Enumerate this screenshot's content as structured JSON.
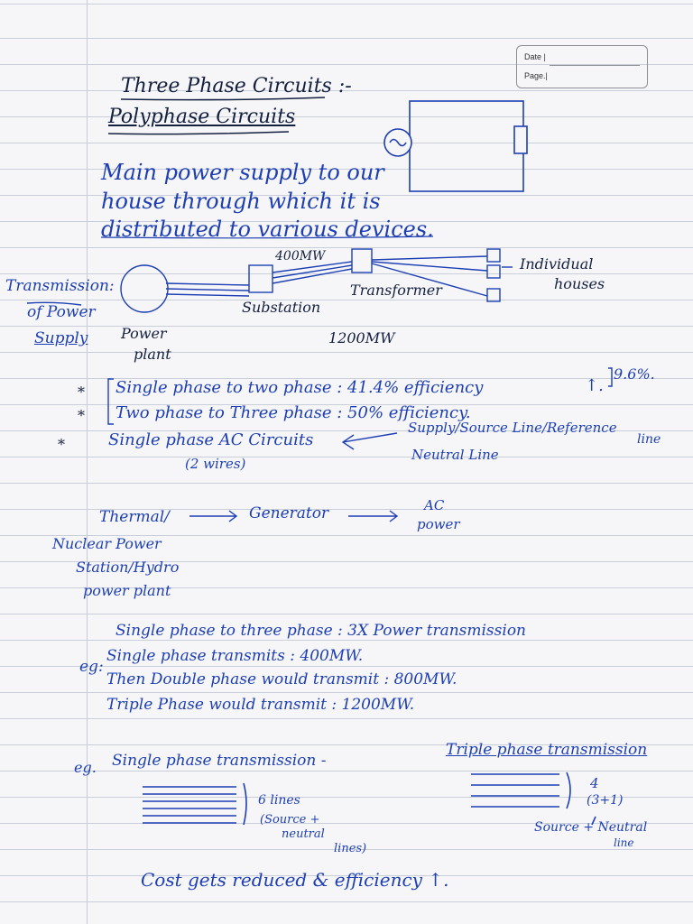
{
  "header_box": {
    "date_label": "Date |",
    "page_label": "Page.|"
  },
  "title": "Three Phase Circuits :-",
  "subtitle": "Polyphase Circuits",
  "intro": [
    "Main power supply to our",
    "house through which it is",
    "distributed to various devices."
  ],
  "transmission": {
    "side_label": [
      "Transmission:",
      "of Power",
      "Supply"
    ],
    "power_plant": [
      "Power",
      "plant"
    ],
    "power_rating": "400MW",
    "substation": "Substation",
    "transformer": "Transformer",
    "houses": [
      "Individual",
      "houses"
    ],
    "total": "1200MW"
  },
  "efficiency": {
    "line1": "Single phase to two phase :  41.4% efficiency",
    "line1_arrow": "↑.",
    "line1_side": "9.6%.",
    "line2": "Two  phase to Three phase : 50% efficiency.",
    "bullet": "*"
  },
  "ac_circuit": {
    "main": "Single phase AC Circuits",
    "wires": "(2 wires)",
    "supply": "Supply/Source Line/Reference",
    "line_word": "line",
    "neutral": "Neutral Line"
  },
  "generation": {
    "thermal": "Thermal/",
    "generator": "Generator",
    "ac": "AC",
    "power": "power",
    "sources": [
      "Nuclear Power",
      "Station/Hydro",
      "power plant"
    ]
  },
  "comparison": {
    "heading": "Single phase to three phase : 3X Power transmission",
    "eg": "eg:",
    "lines": [
      "Single phase transmits : 400MW.",
      "Then Double phase would transmit : 800MW.",
      "Triple Phase would transmit : 1200MW."
    ]
  },
  "example": {
    "eg": "eg.",
    "single_title": "Single phase transmission -",
    "single_count": "6 lines",
    "single_detail": [
      "(Source +",
      "neutral",
      "lines)"
    ],
    "triple_title": "Triple phase transmission",
    "triple_count": "4",
    "triple_detail": "(3+1)",
    "triple_legend": "Source + Neutral",
    "triple_legend2": "line"
  },
  "conclusion": "Cost gets reduced & efficiency ↑."
}
